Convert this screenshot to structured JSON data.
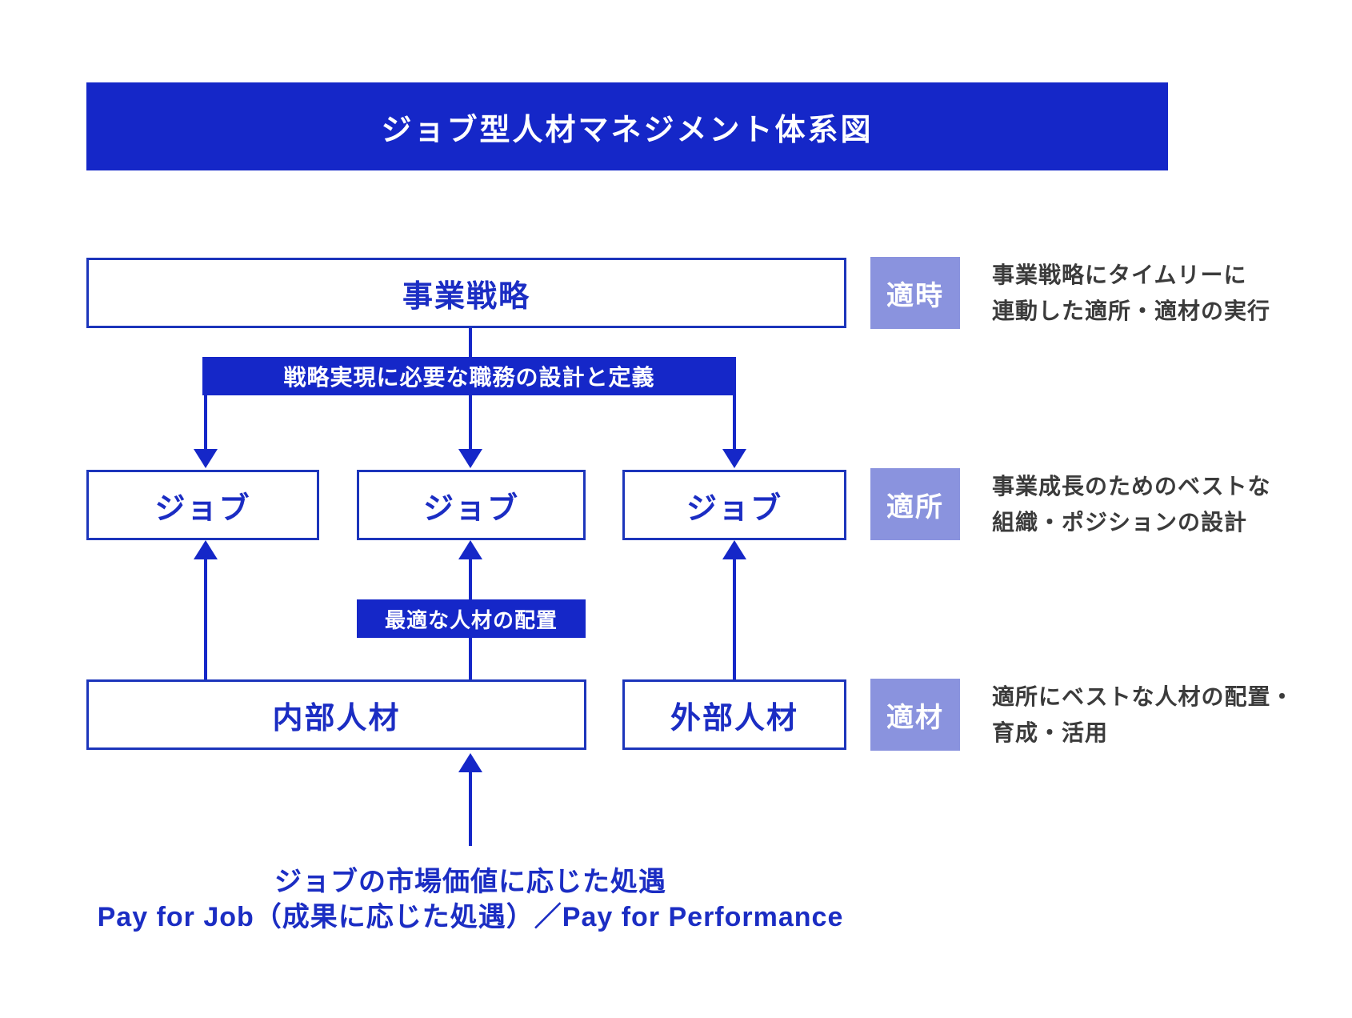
{
  "title_bar": {
    "title": "ジョブ型人材マネジメント体系図"
  },
  "colors": {
    "primary_blue": "#1527c8",
    "border_blue": "#1c35bb",
    "text_blue": "#1b2dc3",
    "tag_periwinkle": "#8a93de",
    "description_gray": "#3b3b3b",
    "background": "#ffffff"
  },
  "flow": {
    "strategy_box_label": "事業戦略",
    "design_banner_label": "戦略実現に必要な職務の設計と定義",
    "job_box_labels": [
      "ジョブ",
      "ジョブ",
      "ジョブ"
    ],
    "placement_banner_label": "最適な人材の配置",
    "internal_talent_label": "内部人材",
    "external_talent_label": "外部人材",
    "compensation_note": {
      "line1": "ジョブの市場価値に応じた処遇",
      "line2": "Pay for Job（成果に応じた処遇）／Pay for Performance"
    }
  },
  "principles": [
    {
      "tag": "適時",
      "description_line1": "事業戦略にタイムリーに",
      "description_line2": "連動した適所・適材の実行"
    },
    {
      "tag": "適所",
      "description_line1": "事業成長のためのベストな",
      "description_line2": "組織・ポジションの設計"
    },
    {
      "tag": "適材",
      "description_line1": "適所にベストな人材の配置・",
      "description_line2": "育成・活用"
    }
  ]
}
